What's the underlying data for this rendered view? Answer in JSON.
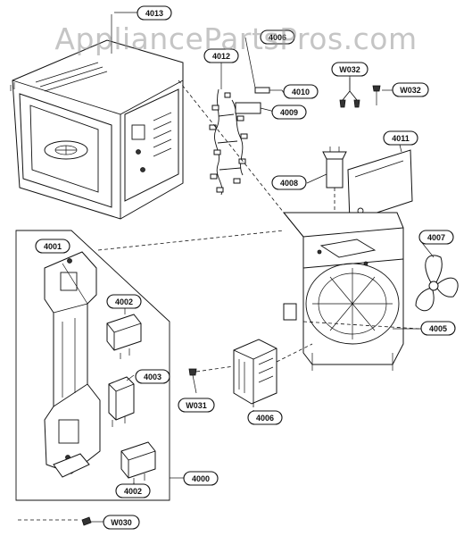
{
  "watermark": "AppliancePartsPros.com",
  "labels": {
    "l4013": "4013",
    "l4012": "4012",
    "l4006": "4006",
    "l4010": "4010",
    "l4009": "4009",
    "lW032a": "W032",
    "lW032b": "W032",
    "l4011": "4011",
    "l4008": "4008",
    "l4007": "4007",
    "l4001": "4001",
    "l4002a": "4002",
    "l4003": "4003",
    "l4005": "4005",
    "lW031": "W031",
    "l4006b": "4006",
    "l4000": "4000",
    "l4002b": "4002",
    "lW030": "W030"
  }
}
